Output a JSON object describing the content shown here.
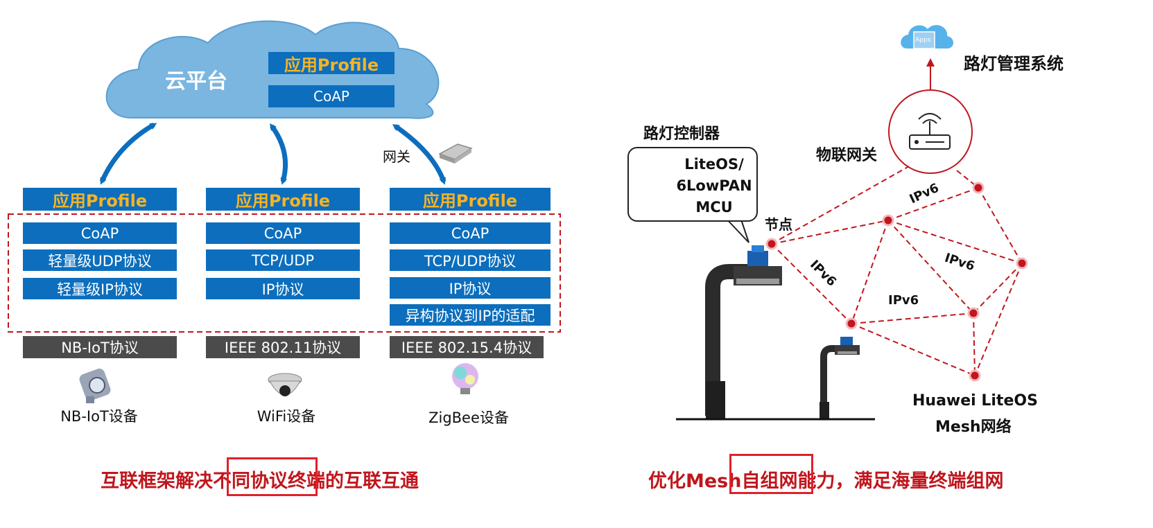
{
  "cloud": {
    "title": "云平台",
    "profile": "应用Profile",
    "coap": "CoAP"
  },
  "gateway_label": "网关",
  "columns": [
    {
      "profile": "应用Profile",
      "layers": [
        "CoAP",
        "轻量级UDP协议",
        "轻量级IP协议"
      ],
      "protocol": "NB-IoT协议",
      "device": "NB-IoT设备"
    },
    {
      "profile": "应用Profile",
      "layers": [
        "CoAP",
        "TCP/UDP",
        "IP协议"
      ],
      "protocol": "IEEE 802.11协议",
      "device": "WiFi设备"
    },
    {
      "profile": "应用Profile",
      "layers": [
        "CoAP",
        "TCP/UDP协议",
        "IP协议",
        "异构协议到IP的适配"
      ],
      "protocol": "IEEE 802.15.4协议",
      "device": "ZigBee设备"
    }
  ],
  "left_caption": {
    "before": "互联框架解决",
    "highlight": "不同协议",
    "after": "终端的互联互通"
  },
  "right": {
    "apps_icon_label": "Apps",
    "management_system": "路灯管理系统",
    "gateway": "物联网关",
    "controller_title": "路灯控制器",
    "controller_lines": [
      "LiteOS/",
      "6LowPAN",
      "MCU"
    ],
    "node_label": "节点",
    "ipv6_labels": [
      "IPv6",
      "IPv6",
      "IPv6",
      "IPv6"
    ],
    "mesh_line1": "Huawei LiteOS",
    "mesh_line2": "Mesh网络"
  },
  "right_caption": {
    "before": "优化Mesh",
    "highlight": "自组网",
    "after": "能力，满足海量终端组网"
  },
  "colors": {
    "blue_bar": "#0c6ebd",
    "profile_text": "#f6b325",
    "gray_bar": "#4b4b4b",
    "cloud": "#7ab6e0",
    "mesh_red": "#c0161d",
    "caption_red": "#c0161d"
  }
}
